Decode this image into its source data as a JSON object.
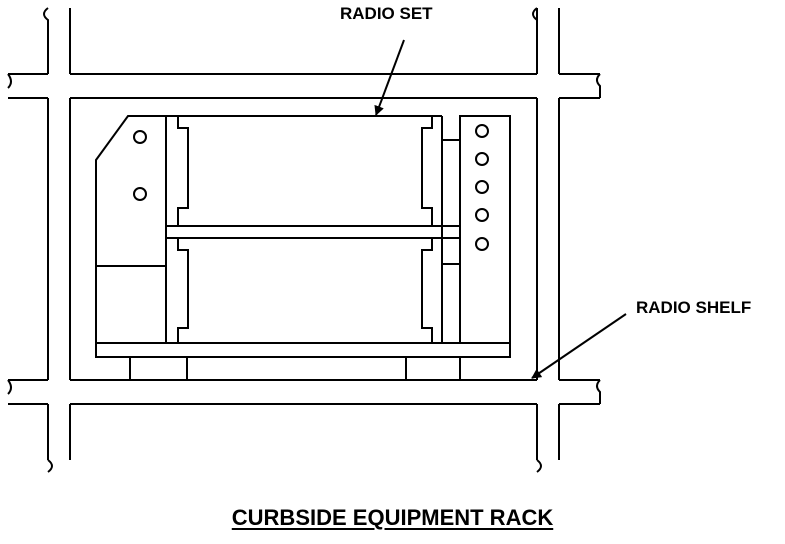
{
  "diagram": {
    "title": "CURBSIDE EQUIPMENT RACK",
    "labels": {
      "radio_set": "RADIO SET",
      "radio_shelf": "RADIO SHELF"
    },
    "colors": {
      "line": "#000000",
      "background": "#ffffff"
    }
  }
}
